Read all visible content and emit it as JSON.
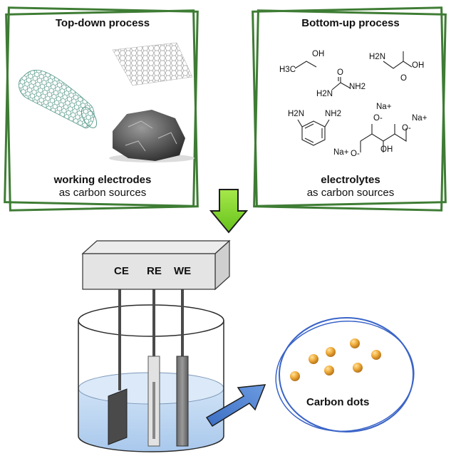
{
  "topdown": {
    "title": "Top-down process",
    "caption_bold": "working electrodes",
    "caption": "as carbon sources"
  },
  "bottomup": {
    "title": "Bottom-up process",
    "caption_bold": "electrolytes",
    "caption": "as carbon sources",
    "molecules": {
      "ethanol_h3c": "H3C",
      "ethanol_oh": "OH",
      "glycine_h2n": "H2N",
      "glycine_oh": "OH",
      "glycine_o": "O",
      "urea_h2n": "H2N",
      "urea_nh2": "NH2",
      "urea_o": "O",
      "opd_h2n": "H2N",
      "opd_nh2": "NH2",
      "citrate_na1": "Na+",
      "citrate_na2": "Na+",
      "citrate_na3": "Na+",
      "citrate_o1": "O-",
      "citrate_o2": "O-",
      "citrate_o3": "O-",
      "citrate_oh": "OH"
    }
  },
  "cell": {
    "ce": "CE",
    "re": "RE",
    "we": "WE"
  },
  "product": {
    "label": "Carbon dots"
  },
  "colors": {
    "frame": "#3e7c34",
    "down_arrow": "#7ed321",
    "right_arrow": "#4a7fd0",
    "electrolyte": "#b9d4ef",
    "dot": "#e7a63b",
    "circle": "#3a64c8"
  }
}
